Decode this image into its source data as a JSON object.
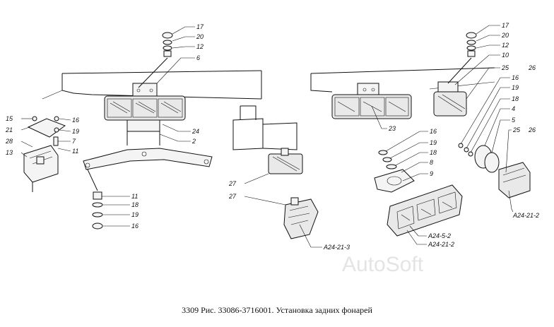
{
  "caption": "3309 Рис. 33086-3716001. Установка задних фонарей",
  "watermark": "AutoSoft",
  "callouts": {
    "l17": "17",
    "l20": "20",
    "l12": "12",
    "l6": "6",
    "l15": "15",
    "l21": "21",
    "l16a": "16",
    "l19a": "19",
    "l7": "7",
    "l28": "28",
    "l13": "13",
    "l11a": "11",
    "l24": "24",
    "l2": "2",
    "l11b": "11",
    "l18a": "18",
    "l19b": "19",
    "l16b": "16",
    "l27a": "27",
    "l27b": "27",
    "lA24213": "А24-21-3",
    "r17": "17",
    "r20": "20",
    "r12": "12",
    "r10": "10",
    "r25a": "25",
    "r26a": "26",
    "r16a": "16",
    "r19a": "19",
    "r18a": "18",
    "r4": "4",
    "r5": "5",
    "r25b": "25",
    "r26b": "26",
    "r23": "23",
    "r16b": "16",
    "r19b": "19",
    "r18b": "18",
    "r8": "8",
    "r9": "9",
    "rA2421a": "А24-21-2",
    "rA245": "А24-5-2",
    "rA2421b": "А24-21-2"
  }
}
